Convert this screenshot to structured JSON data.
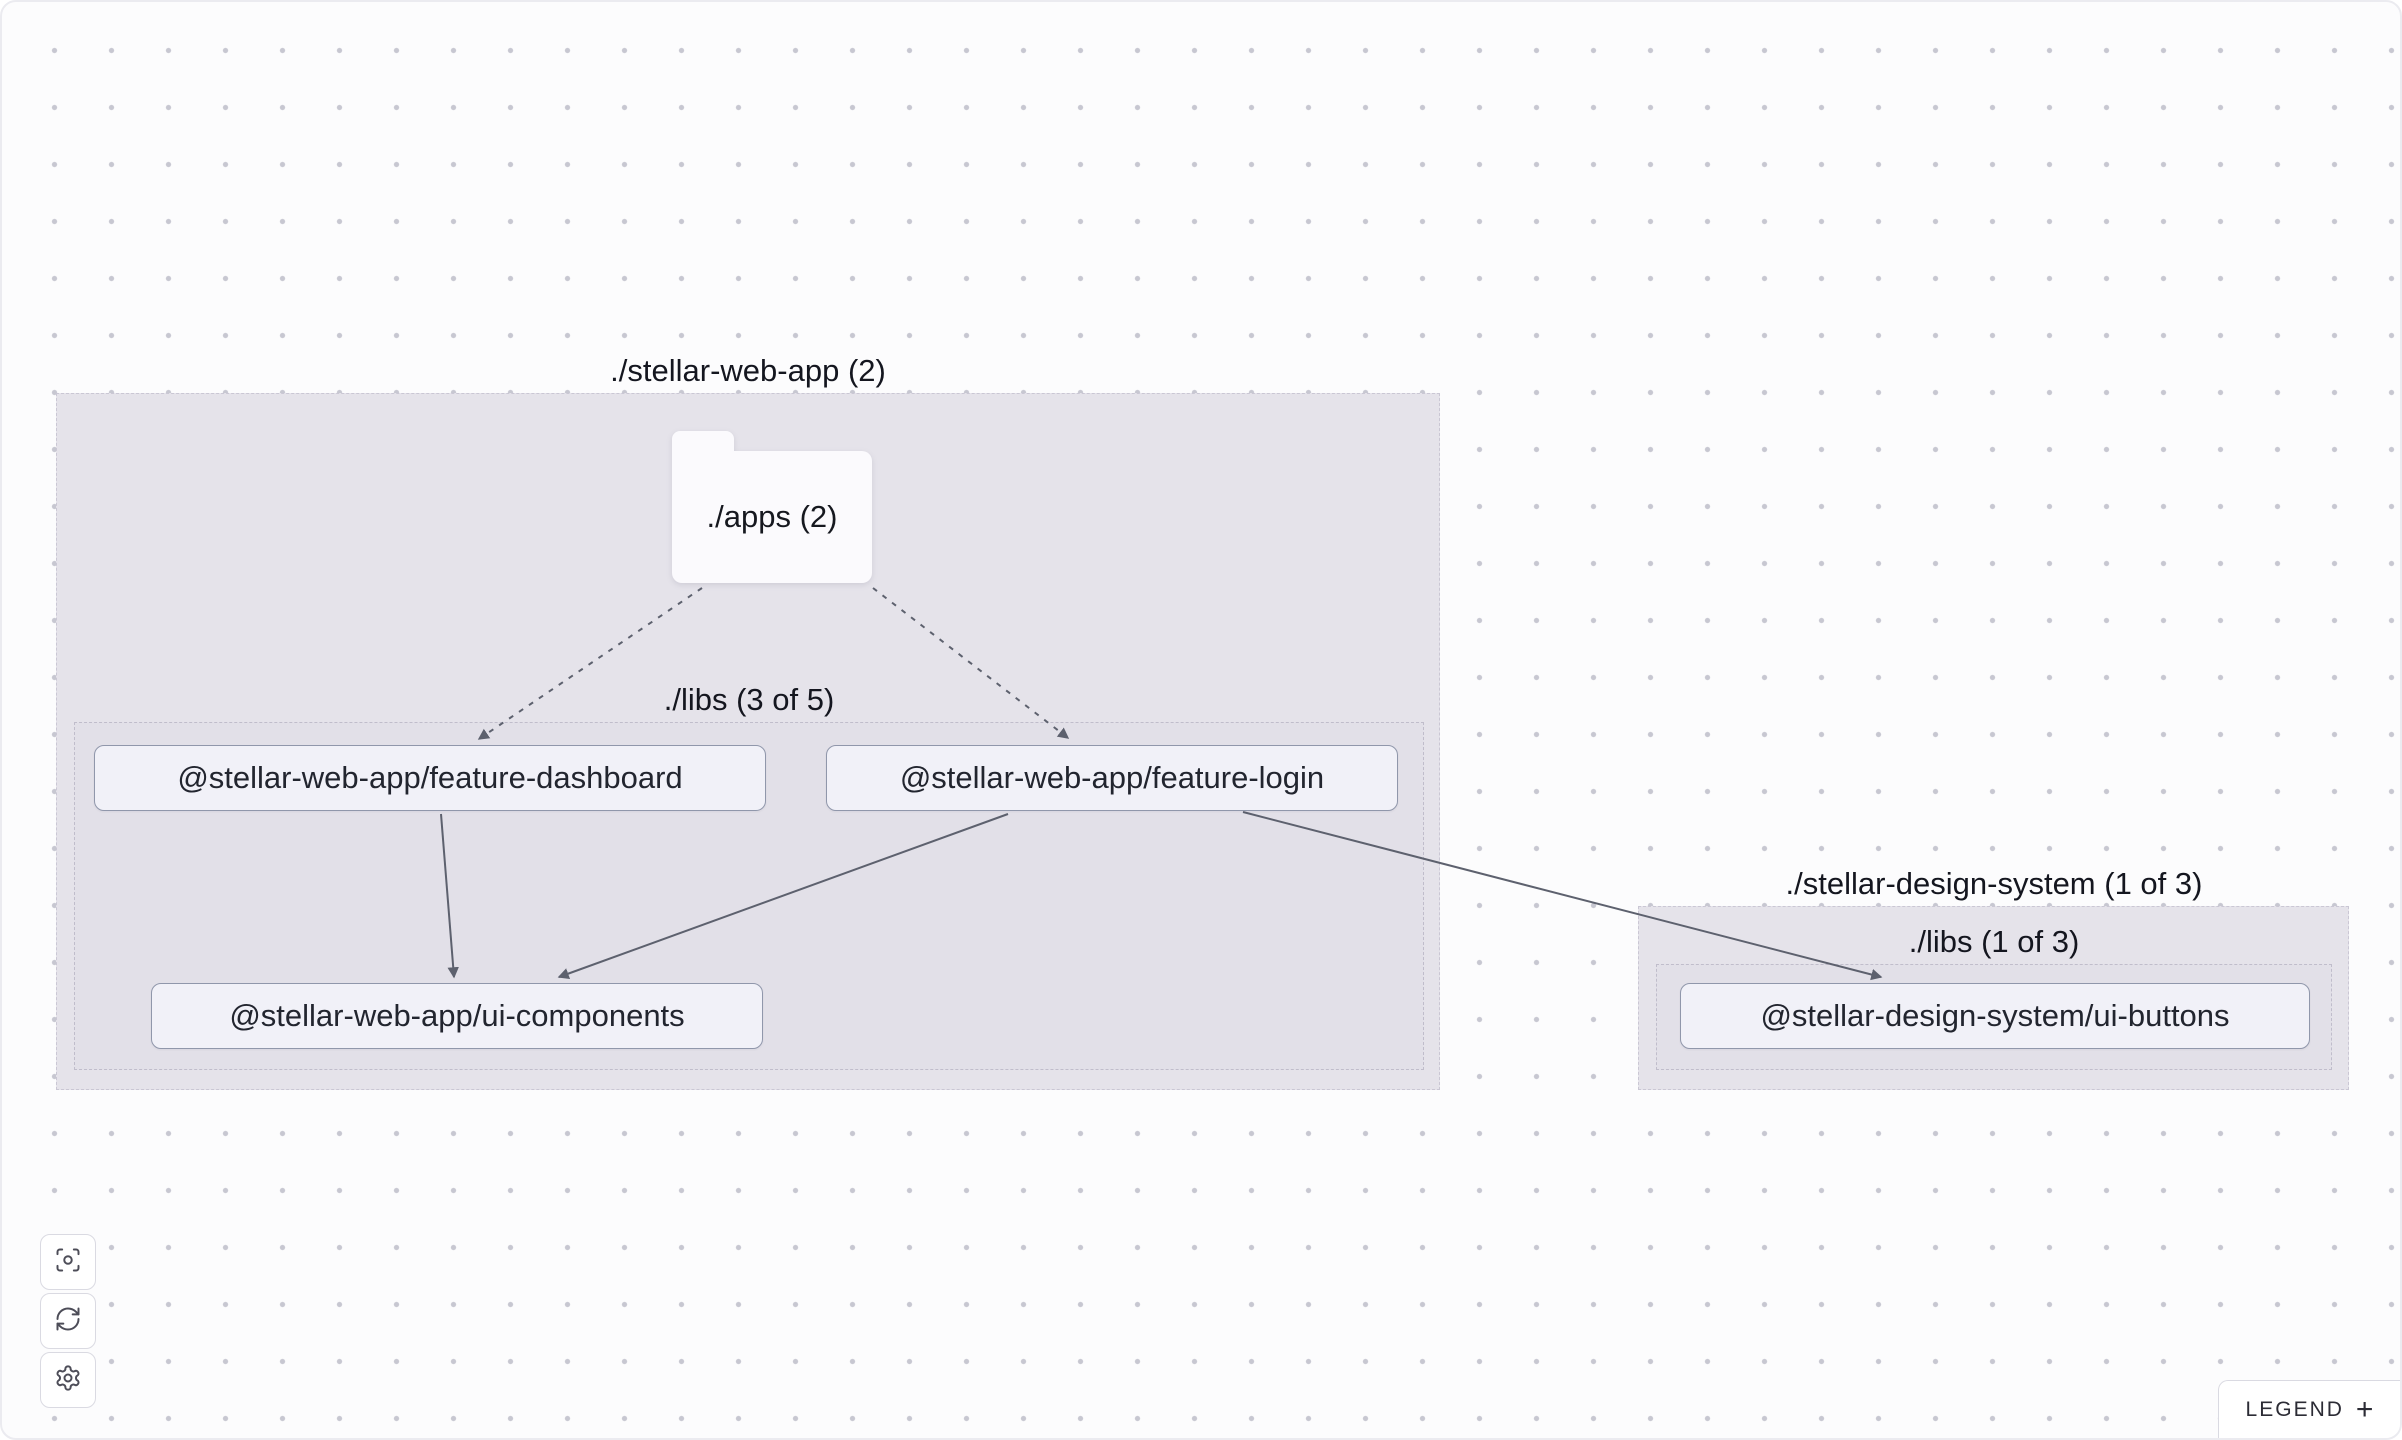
{
  "graph": {
    "groups": [
      {
        "id": "stellar-web-app",
        "label": "./stellar-web-app (2)",
        "type": "project-folder"
      },
      {
        "id": "stellar-web-app-libs",
        "label": "./libs (3 of 5)",
        "type": "sub-folder"
      },
      {
        "id": "stellar-design-system",
        "label": "./stellar-design-system (1 of 3)",
        "type": "project-folder"
      },
      {
        "id": "stellar-design-system-libs",
        "label": "./libs (1 of 3)",
        "type": "sub-folder"
      }
    ],
    "composite_nodes": [
      {
        "id": "apps",
        "label": "./apps (2)"
      }
    ],
    "nodes": [
      {
        "id": "feature-dashboard",
        "label": "@stellar-web-app/feature-dashboard"
      },
      {
        "id": "feature-login",
        "label": "@stellar-web-app/feature-login"
      },
      {
        "id": "ui-components",
        "label": "@stellar-web-app/ui-components"
      },
      {
        "id": "ui-buttons",
        "label": "@stellar-design-system/ui-buttons"
      }
    ],
    "edges": [
      {
        "from": "./apps",
        "to": "@stellar-web-app/feature-dashboard",
        "style": "dashed"
      },
      {
        "from": "./apps",
        "to": "@stellar-web-app/feature-login",
        "style": "dashed"
      },
      {
        "from": "@stellar-web-app/feature-dashboard",
        "to": "@stellar-web-app/ui-components",
        "style": "solid"
      },
      {
        "from": "@stellar-web-app/feature-login",
        "to": "@stellar-web-app/ui-components",
        "style": "solid"
      },
      {
        "from": "@stellar-web-app/feature-login",
        "to": "@stellar-design-system/ui-buttons",
        "style": "solid"
      }
    ]
  },
  "toolbar": {
    "buttons": [
      {
        "id": "focus",
        "icon": "focus-icon"
      },
      {
        "id": "reset-layout",
        "icon": "refresh-icon"
      },
      {
        "id": "settings",
        "icon": "gear-icon"
      }
    ]
  },
  "legend": {
    "label": "LEGEND",
    "toggle_symbol": "+"
  },
  "colors": {
    "canvas_bg": "#fcfcfd",
    "dot_grid": "#c7c7d1",
    "group_fill": "#e5e3ea",
    "group_inner_fill": "#e2e0e8",
    "node_fill": "#f1f1f8",
    "node_border": "#9097ab",
    "folder_fill": "#fbfafd",
    "edge": "#5d616e",
    "text": "#14161f"
  }
}
